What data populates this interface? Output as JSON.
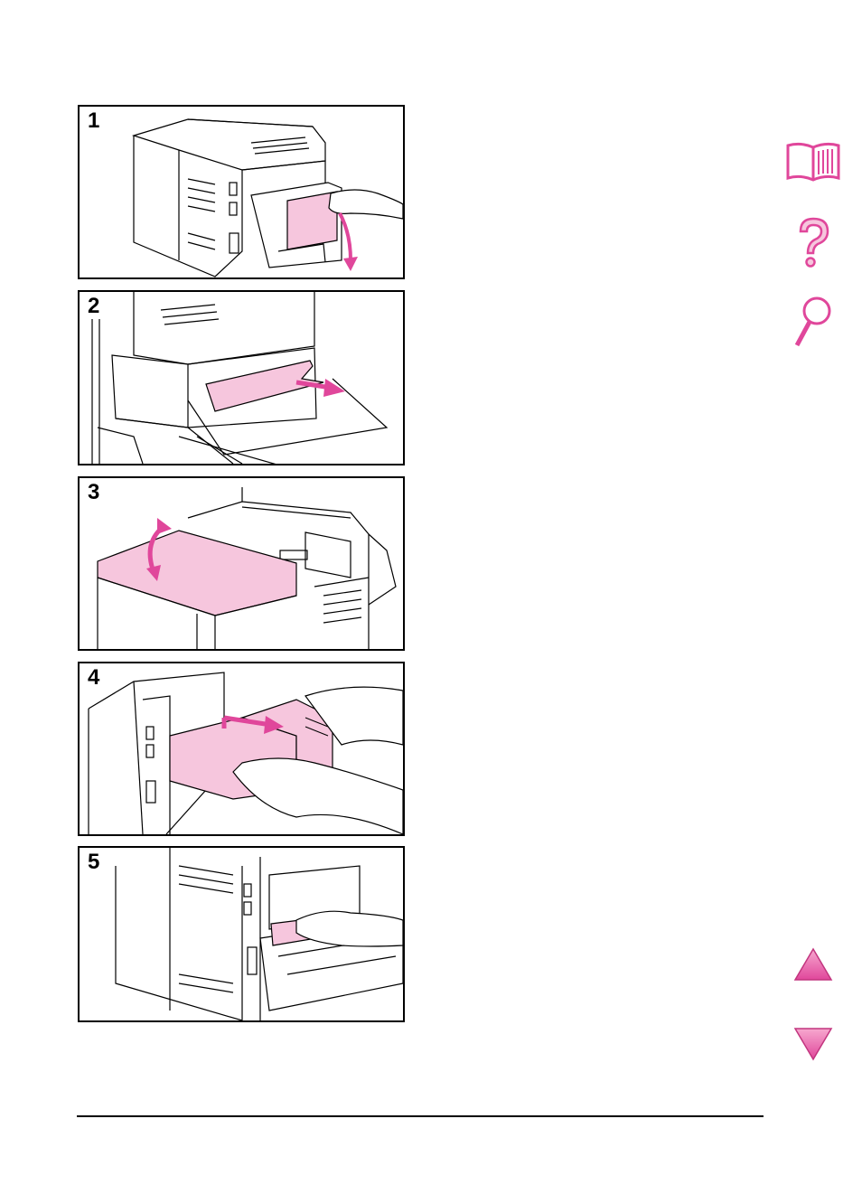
{
  "steps": [
    {
      "number": "1"
    },
    {
      "number": "2"
    },
    {
      "number": "3"
    },
    {
      "number": "4"
    },
    {
      "number": "5"
    }
  ],
  "navigation": {
    "icons": [
      "book-icon",
      "help-icon",
      "search-icon",
      "previous-page-icon",
      "next-page-icon"
    ],
    "accent_color": "#e0479b"
  },
  "colors": {
    "highlight_pink": "#f6c6dd",
    "arrow_pink": "#e0479b",
    "line": "#000000"
  }
}
